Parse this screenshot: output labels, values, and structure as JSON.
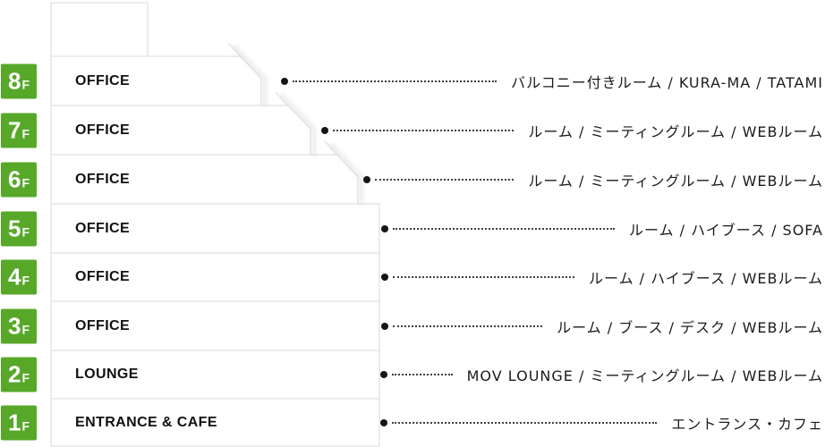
{
  "title": "floor-guide",
  "colors": {
    "badge_green": "#57a829",
    "border_gray": "#d9d9d9",
    "text_black": "#1b1b1b"
  },
  "floors": [
    {
      "number": "8",
      "suffix": "F",
      "label": "OFFICE",
      "description": "バルコニー付きルーム / KURA-MA / TATAMI"
    },
    {
      "number": "7",
      "suffix": "F",
      "label": "OFFICE",
      "description": "ルーム / ミーティングルーム / WEBルーム"
    },
    {
      "number": "6",
      "suffix": "F",
      "label": "OFFICE",
      "description": "ルーム / ミーティングルーム / WEBルーム"
    },
    {
      "number": "5",
      "suffix": "F",
      "label": "OFFICE",
      "description": "ルーム / ハイブース / SOFA"
    },
    {
      "number": "4",
      "suffix": "F",
      "label": "OFFICE",
      "description": "ルーム / ハイブース / WEBルーム"
    },
    {
      "number": "3",
      "suffix": "F",
      "label": "OFFICE",
      "description": "ルーム / ブース / デスク / WEBルーム"
    },
    {
      "number": "2",
      "suffix": "F",
      "label": "LOUNGE",
      "description": "MOV LOUNGE / ミーティングルーム / WEBルーム"
    },
    {
      "number": "1",
      "suffix": "F",
      "label": "ENTRANCE & CAFE",
      "description": "エントランス・カフェ"
    }
  ]
}
